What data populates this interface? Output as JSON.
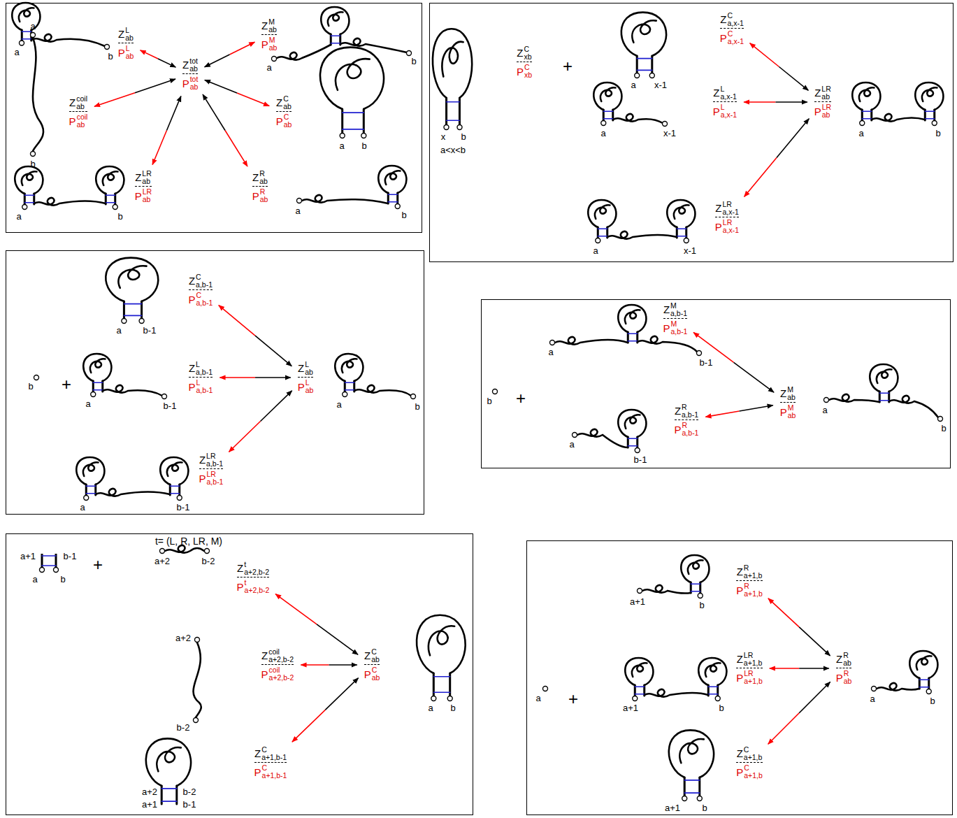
{
  "diagram": {
    "nodes": [
      {
        "text": [
          "a",
          "b",
          "a",
          "b",
          "a",
          "b",
          "a",
          "b",
          "a",
          "b",
          "a",
          "b"
        ]
      },
      {
        "text": [
          "Z",
          "L",
          "ab",
          "P",
          "L",
          "ab"
        ],
        "in": 0
      },
      {
        "text": [
          "Z",
          "tot",
          "ab",
          "P",
          "tot",
          "ab"
        ],
        "in": 0
      },
      {
        "text": [
          "Z",
          "M",
          "ab",
          "P",
          "M",
          "ab"
        ],
        "in": 0
      },
      {
        "text": [
          "Z",
          "coil",
          "ab",
          "P",
          "coil",
          "ab"
        ],
        "in": 0
      },
      {
        "text": [
          "Z",
          "C",
          "ab",
          "P",
          "C",
          "ab"
        ],
        "in": 0
      },
      {
        "text": [
          "Z",
          "LR",
          "ab",
          "P",
          "LR",
          "ab"
        ],
        "in": 0
      },
      {
        "text": [
          "Z",
          "R",
          "ab",
          "P",
          "R",
          "ab"
        ],
        "in": 0
      },
      {
        "text": [
          "x",
          "b",
          "a<x<b",
          "+",
          "a",
          "x-1",
          "a",
          "x-1",
          "a",
          "x-1",
          "a",
          "b"
        ]
      },
      {
        "text": [
          "Z",
          "C",
          "xb",
          "P",
          "C",
          "xb"
        ],
        "in": 8
      },
      {
        "text": [
          "Z",
          "C",
          "a,x-1",
          "P",
          "C",
          "a,x-1"
        ],
        "in": 8
      },
      {
        "text": [
          "Z",
          "L",
          "a,x-1",
          "P",
          "L",
          "a,x-1"
        ],
        "in": 8
      },
      {
        "text": [
          "Z",
          "LR",
          "ab",
          "P",
          "LR",
          "ab"
        ],
        "in": 8
      },
      {
        "text": [
          "Z",
          "LR",
          "a,x-1",
          "P",
          "LR",
          "a,x-1"
        ],
        "in": 8
      },
      {
        "text": [
          "b",
          "+",
          "a",
          "b-1",
          "a",
          "b-1",
          "a",
          "b-1",
          "a",
          "b"
        ]
      },
      {
        "text": [
          "Z",
          "C",
          "a,b-1",
          "P",
          "C",
          "a,b-1"
        ],
        "in": 14
      },
      {
        "text": [
          "Z",
          "L",
          "a,b-1",
          "P",
          "L",
          "a,b-1"
        ],
        "in": 14
      },
      {
        "text": [
          "Z",
          "L",
          "ab",
          "P",
          "L",
          "ab"
        ],
        "in": 14
      },
      {
        "text": [
          "Z",
          "LR",
          "a,b-1",
          "P",
          "LR",
          "a,b-1"
        ],
        "in": 14
      },
      {
        "text": [
          "b",
          "+",
          "a",
          "b-1",
          "a",
          "b-1",
          "a",
          "b"
        ]
      },
      {
        "text": [
          "Z",
          "M",
          "a,b-1",
          "P",
          "M",
          "a,b-1"
        ],
        "in": 19
      },
      {
        "text": [
          "Z",
          "M",
          "ab",
          "P",
          "M",
          "ab"
        ],
        "in": 19
      },
      {
        "text": [
          "Z",
          "R",
          "a,b-1",
          "P",
          "R",
          "a,b-1"
        ],
        "in": 19
      },
      {
        "text": [
          "t= (L, R, LR, M)",
          "a+1",
          "b-1",
          "a",
          "b",
          "+",
          "a+2",
          "b-2",
          "a+2",
          "b-2",
          "a+2",
          "b-2",
          "a+1",
          "b-1",
          "a",
          "b"
        ]
      },
      {
        "text": [
          "Z",
          "t",
          "a+2,b-2",
          "P",
          "t",
          "a+2,b-2"
        ],
        "in": 23
      },
      {
        "text": [
          "Z",
          "coil",
          "a+2,b-2",
          "P",
          "coil",
          "a+2,b-2"
        ],
        "in": 23
      },
      {
        "text": [
          "Z",
          "C",
          "ab",
          "P",
          "C",
          "ab"
        ],
        "in": 23
      },
      {
        "text": [
          "Z",
          "C",
          "a+1,b-1",
          "P",
          "C",
          "a+1,b-1"
        ],
        "in": 23
      },
      {
        "text": [
          "a",
          "+",
          "a+1",
          "b",
          "a+1",
          "b",
          "a+1",
          "b",
          "a",
          "b"
        ]
      },
      {
        "text": [
          "Z",
          "R",
          "a+1,b",
          "P",
          "R",
          "a+1,b"
        ],
        "in": 28
      },
      {
        "text": [
          "Z",
          "LR",
          "a+1,b",
          "P",
          "LR",
          "a+1,b"
        ],
        "in": 28
      },
      {
        "text": [
          "Z",
          "R",
          "ab",
          "P",
          "R",
          "ab"
        ],
        "in": 28
      },
      {
        "text": [
          "Z",
          "C",
          "a+1,b",
          "P",
          "C",
          "a+1,b"
        ],
        "in": 28
      }
    ],
    "edges": [
      {
        "from": 1,
        "to": 2,
        "arrow": "both"
      },
      {
        "from": 3,
        "to": 2,
        "arrow": "both"
      },
      {
        "from": 4,
        "to": 2,
        "arrow": "both"
      },
      {
        "from": 5,
        "to": 2,
        "arrow": "both"
      },
      {
        "from": 6,
        "to": 2,
        "arrow": "both"
      },
      {
        "from": 7,
        "to": 2,
        "arrow": "both"
      },
      {
        "from": 10,
        "to": 12,
        "arrow": "both"
      },
      {
        "from": 11,
        "to": 12,
        "arrow": "both"
      },
      {
        "from": 13,
        "to": 12,
        "arrow": "both"
      },
      {
        "from": 15,
        "to": 17,
        "arrow": "both"
      },
      {
        "from": 16,
        "to": 17,
        "arrow": "both"
      },
      {
        "from": 18,
        "to": 17,
        "arrow": "both"
      },
      {
        "from": 20,
        "to": 21,
        "arrow": "both"
      },
      {
        "from": 22,
        "to": 21,
        "arrow": "both"
      },
      {
        "from": 24,
        "to": 26,
        "arrow": "both"
      },
      {
        "from": 25,
        "to": 26,
        "arrow": "both"
      },
      {
        "from": 27,
        "to": 26,
        "arrow": "both"
      },
      {
        "from": 29,
        "to": 31,
        "arrow": "both"
      },
      {
        "from": 30,
        "to": 31,
        "arrow": "both"
      },
      {
        "from": 32,
        "to": 31,
        "arrow": "both"
      }
    ]
  }
}
